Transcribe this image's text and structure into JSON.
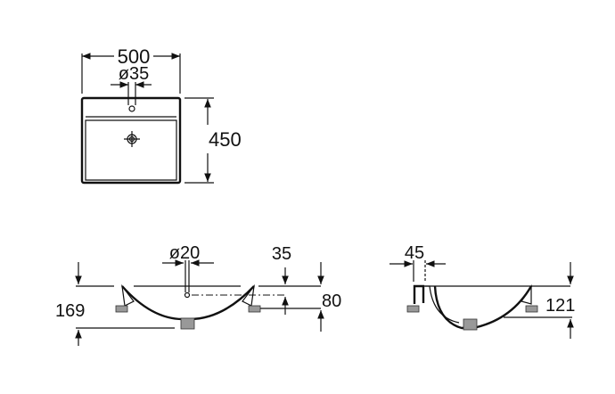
{
  "top_view": {
    "width_label": "500",
    "tap_hole_label": "ø35",
    "depth_label": "450"
  },
  "front_view": {
    "total_height_label": "169",
    "overflow_label": "ø20",
    "overflow_offset_label": "35",
    "height_label": "80"
  },
  "side_view": {
    "tap_offset_label": "45",
    "height_label": "121"
  }
}
